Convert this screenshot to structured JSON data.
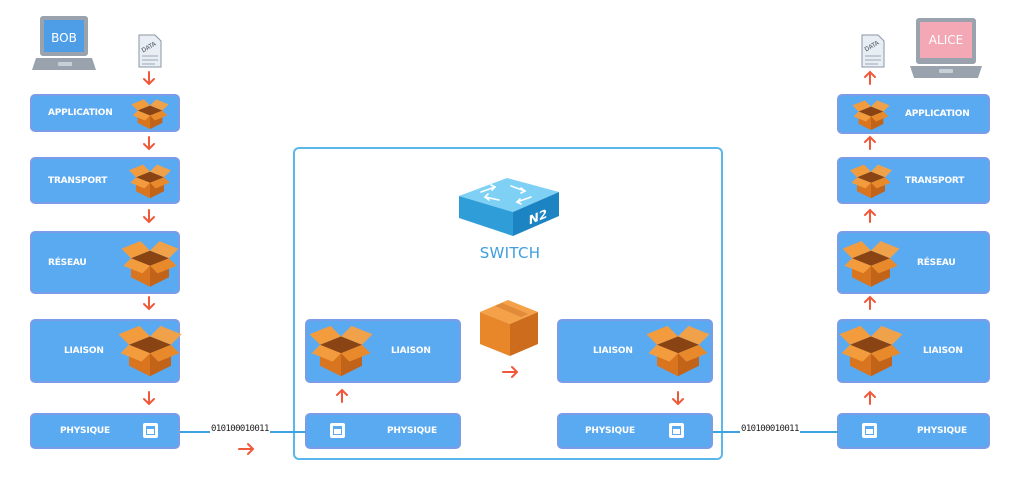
{
  "bob": {
    "name": "BOB",
    "data_label": "DATA",
    "layers": [
      "APPLICATION",
      "TRANSPORT",
      "RÉSEAU",
      "LIAISON",
      "PHYSIQUE"
    ]
  },
  "alice": {
    "name": "ALICE",
    "data_label": "DATA",
    "layers": [
      "APPLICATION",
      "TRANSPORT",
      "RÉSEAU",
      "LIAISON",
      "PHYSIQUE"
    ]
  },
  "switch": {
    "label": "SWITCH",
    "badge": "N2",
    "left_layers": [
      "LIAISON",
      "PHYSIQUE"
    ],
    "right_layers": [
      "LIAISON",
      "PHYSIQUE"
    ]
  },
  "links": {
    "left_bits": "010100010011",
    "right_bits": "010100010011"
  },
  "colors": {
    "layer_fill": "#5aaaf2",
    "layer_border": "#7b9ce6",
    "arrow": "#f0583a",
    "bob_screen": "#4d9ee6",
    "alice_screen": "#f4a7b4",
    "package": "#e8862a",
    "switch_frame": "#5ab7ec"
  }
}
